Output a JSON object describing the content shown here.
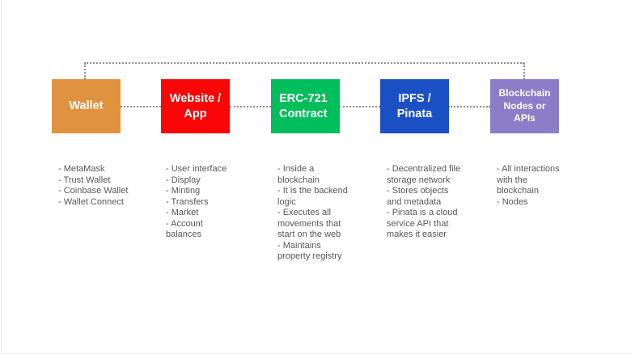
{
  "diagram": {
    "connector_color": "#8f8f8f",
    "nodes": [
      {
        "id": "wallet",
        "title": "Wallet",
        "color": "#e0913e",
        "details": [
          "- MetaMask",
          "- Trust Wallet",
          "- Coinbase Wallet",
          "- Wallet Connect"
        ]
      },
      {
        "id": "website-app",
        "title": "Website /\nApp",
        "color": "#f90505",
        "details": [
          "- User interface",
          "- Display",
          "- Minting",
          "- Transfers",
          "- Market",
          "- Account\nbalances"
        ]
      },
      {
        "id": "erc721-contract",
        "title": "ERC-721\nContract",
        "color": "#00be5c",
        "details": [
          "- Inside a\nblockchain",
          "- It is the backend\nlogic",
          "- Executes all\nmovements that\nstart on the web",
          "- Maintains\nproperty registry"
        ]
      },
      {
        "id": "ipfs-pinata",
        "title": "IPFS /\nPinata",
        "color": "#1b50c5",
        "details": [
          "- Decentralized file\nstorage network",
          "- Stores objects\nand metadata",
          "- Pinata is a cloud\nservice API that\nmakes it easier"
        ]
      },
      {
        "id": "blockchain-nodes",
        "title": "Blockchain\nNodes or\nAPIs",
        "color": "#8c7dc9",
        "details": [
          "- All interactions\nwith the\nblockchain",
          "- Nodes"
        ]
      }
    ]
  }
}
